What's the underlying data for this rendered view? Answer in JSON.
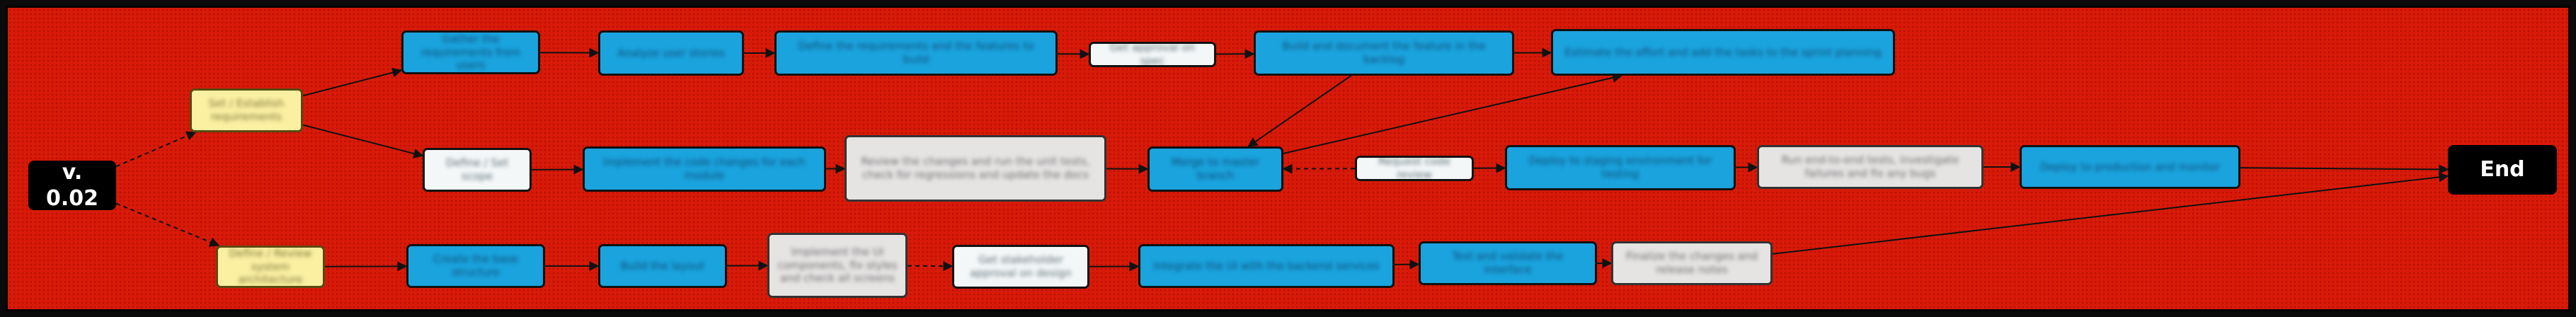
{
  "diagram": {
    "start": "v. 0.02",
    "end": "End"
  },
  "nodes": [
    {
      "id": "start",
      "kind": "term",
      "label": "v. 0.02"
    },
    {
      "id": "y1",
      "kind": "yellow",
      "label": "Set / Establish requirements"
    },
    {
      "id": "y2",
      "kind": "yellow",
      "label": "Define / Review system architecture"
    },
    {
      "id": "n1",
      "kind": "blue",
      "label": "Gather the requirements from users"
    },
    {
      "id": "n2",
      "kind": "blue",
      "label": "Analyze user stories"
    },
    {
      "id": "n3",
      "kind": "blue",
      "label": "Define the requirements and the features to build"
    },
    {
      "id": "n4",
      "kind": "white",
      "label": "Get approval on spec"
    },
    {
      "id": "n5",
      "kind": "blue",
      "label": "Build and document the feature in the backlog"
    },
    {
      "id": "n6",
      "kind": "blue",
      "label": "Estimate the effort and add the tasks to the sprint planning"
    },
    {
      "id": "m1",
      "kind": "white",
      "label": "Define / Set scope"
    },
    {
      "id": "m2",
      "kind": "blue",
      "label": "Implement the code changes for each module"
    },
    {
      "id": "m3",
      "kind": "gray",
      "label": "Review the changes and run the unit tests, check for regressions and update the docs"
    },
    {
      "id": "m4",
      "kind": "blue",
      "label": "Merge to master branch"
    },
    {
      "id": "m5",
      "kind": "white",
      "label": "Request code review"
    },
    {
      "id": "m6",
      "kind": "blue",
      "label": "Deploy to staging environment for testing"
    },
    {
      "id": "m7",
      "kind": "gray",
      "label": "Run end-to-end tests, investigate failures and fix any bugs"
    },
    {
      "id": "m8",
      "kind": "blue",
      "label": "Deploy to production and monitor"
    },
    {
      "id": "b1",
      "kind": "blue",
      "label": "Create the base structure"
    },
    {
      "id": "b2",
      "kind": "blue",
      "label": "Build the layout"
    },
    {
      "id": "b3",
      "kind": "gray",
      "label": "Implement the UI components, fix styles and check all screens"
    },
    {
      "id": "b4",
      "kind": "white",
      "label": "Get stakeholder approval on design"
    },
    {
      "id": "b5",
      "kind": "blue",
      "label": "Integrate the UI with the backend services"
    },
    {
      "id": "b6",
      "kind": "blue",
      "label": "Test and validate the interface"
    },
    {
      "id": "b7",
      "kind": "gray",
      "label": "Finalize the changes and release notes"
    },
    {
      "id": "end",
      "kind": "term",
      "label": "End"
    }
  ],
  "edges": [
    {
      "from": "start",
      "to": "y1",
      "style": "dashed"
    },
    {
      "from": "start",
      "to": "y2",
      "style": "dashed"
    },
    {
      "from": "y1",
      "to": "n1",
      "style": "solid"
    },
    {
      "from": "y1",
      "to": "m1",
      "style": "solid"
    },
    {
      "from": "n1",
      "to": "n2",
      "style": "solid"
    },
    {
      "from": "n2",
      "to": "n3",
      "style": "solid"
    },
    {
      "from": "n3",
      "to": "n4",
      "style": "solid"
    },
    {
      "from": "n4",
      "to": "n5",
      "style": "solid"
    },
    {
      "from": "n5",
      "to": "n6",
      "style": "solid"
    },
    {
      "from": "n5",
      "to": "m4",
      "style": "solid"
    },
    {
      "from": "m4",
      "to": "n6",
      "style": "solid"
    },
    {
      "from": "m1",
      "to": "m2",
      "style": "solid"
    },
    {
      "from": "m2",
      "to": "m3",
      "style": "solid"
    },
    {
      "from": "m3",
      "to": "m4",
      "style": "solid"
    },
    {
      "from": "m5",
      "to": "m4",
      "style": "dashed"
    },
    {
      "from": "m5",
      "to": "m6",
      "style": "solid"
    },
    {
      "from": "m6",
      "to": "m7",
      "style": "solid"
    },
    {
      "from": "m7",
      "to": "m8",
      "style": "solid"
    },
    {
      "from": "m8",
      "to": "end",
      "style": "solid"
    },
    {
      "from": "y2",
      "to": "b1",
      "style": "solid"
    },
    {
      "from": "b1",
      "to": "b2",
      "style": "solid"
    },
    {
      "from": "b2",
      "to": "b3",
      "style": "solid"
    },
    {
      "from": "b3",
      "to": "b4",
      "style": "dashed"
    },
    {
      "from": "b4",
      "to": "b5",
      "style": "solid"
    },
    {
      "from": "b5",
      "to": "b6",
      "style": "solid"
    },
    {
      "from": "b6",
      "to": "b7",
      "style": "solid"
    },
    {
      "from": "b7",
      "to": "end",
      "style": "solid"
    }
  ]
}
